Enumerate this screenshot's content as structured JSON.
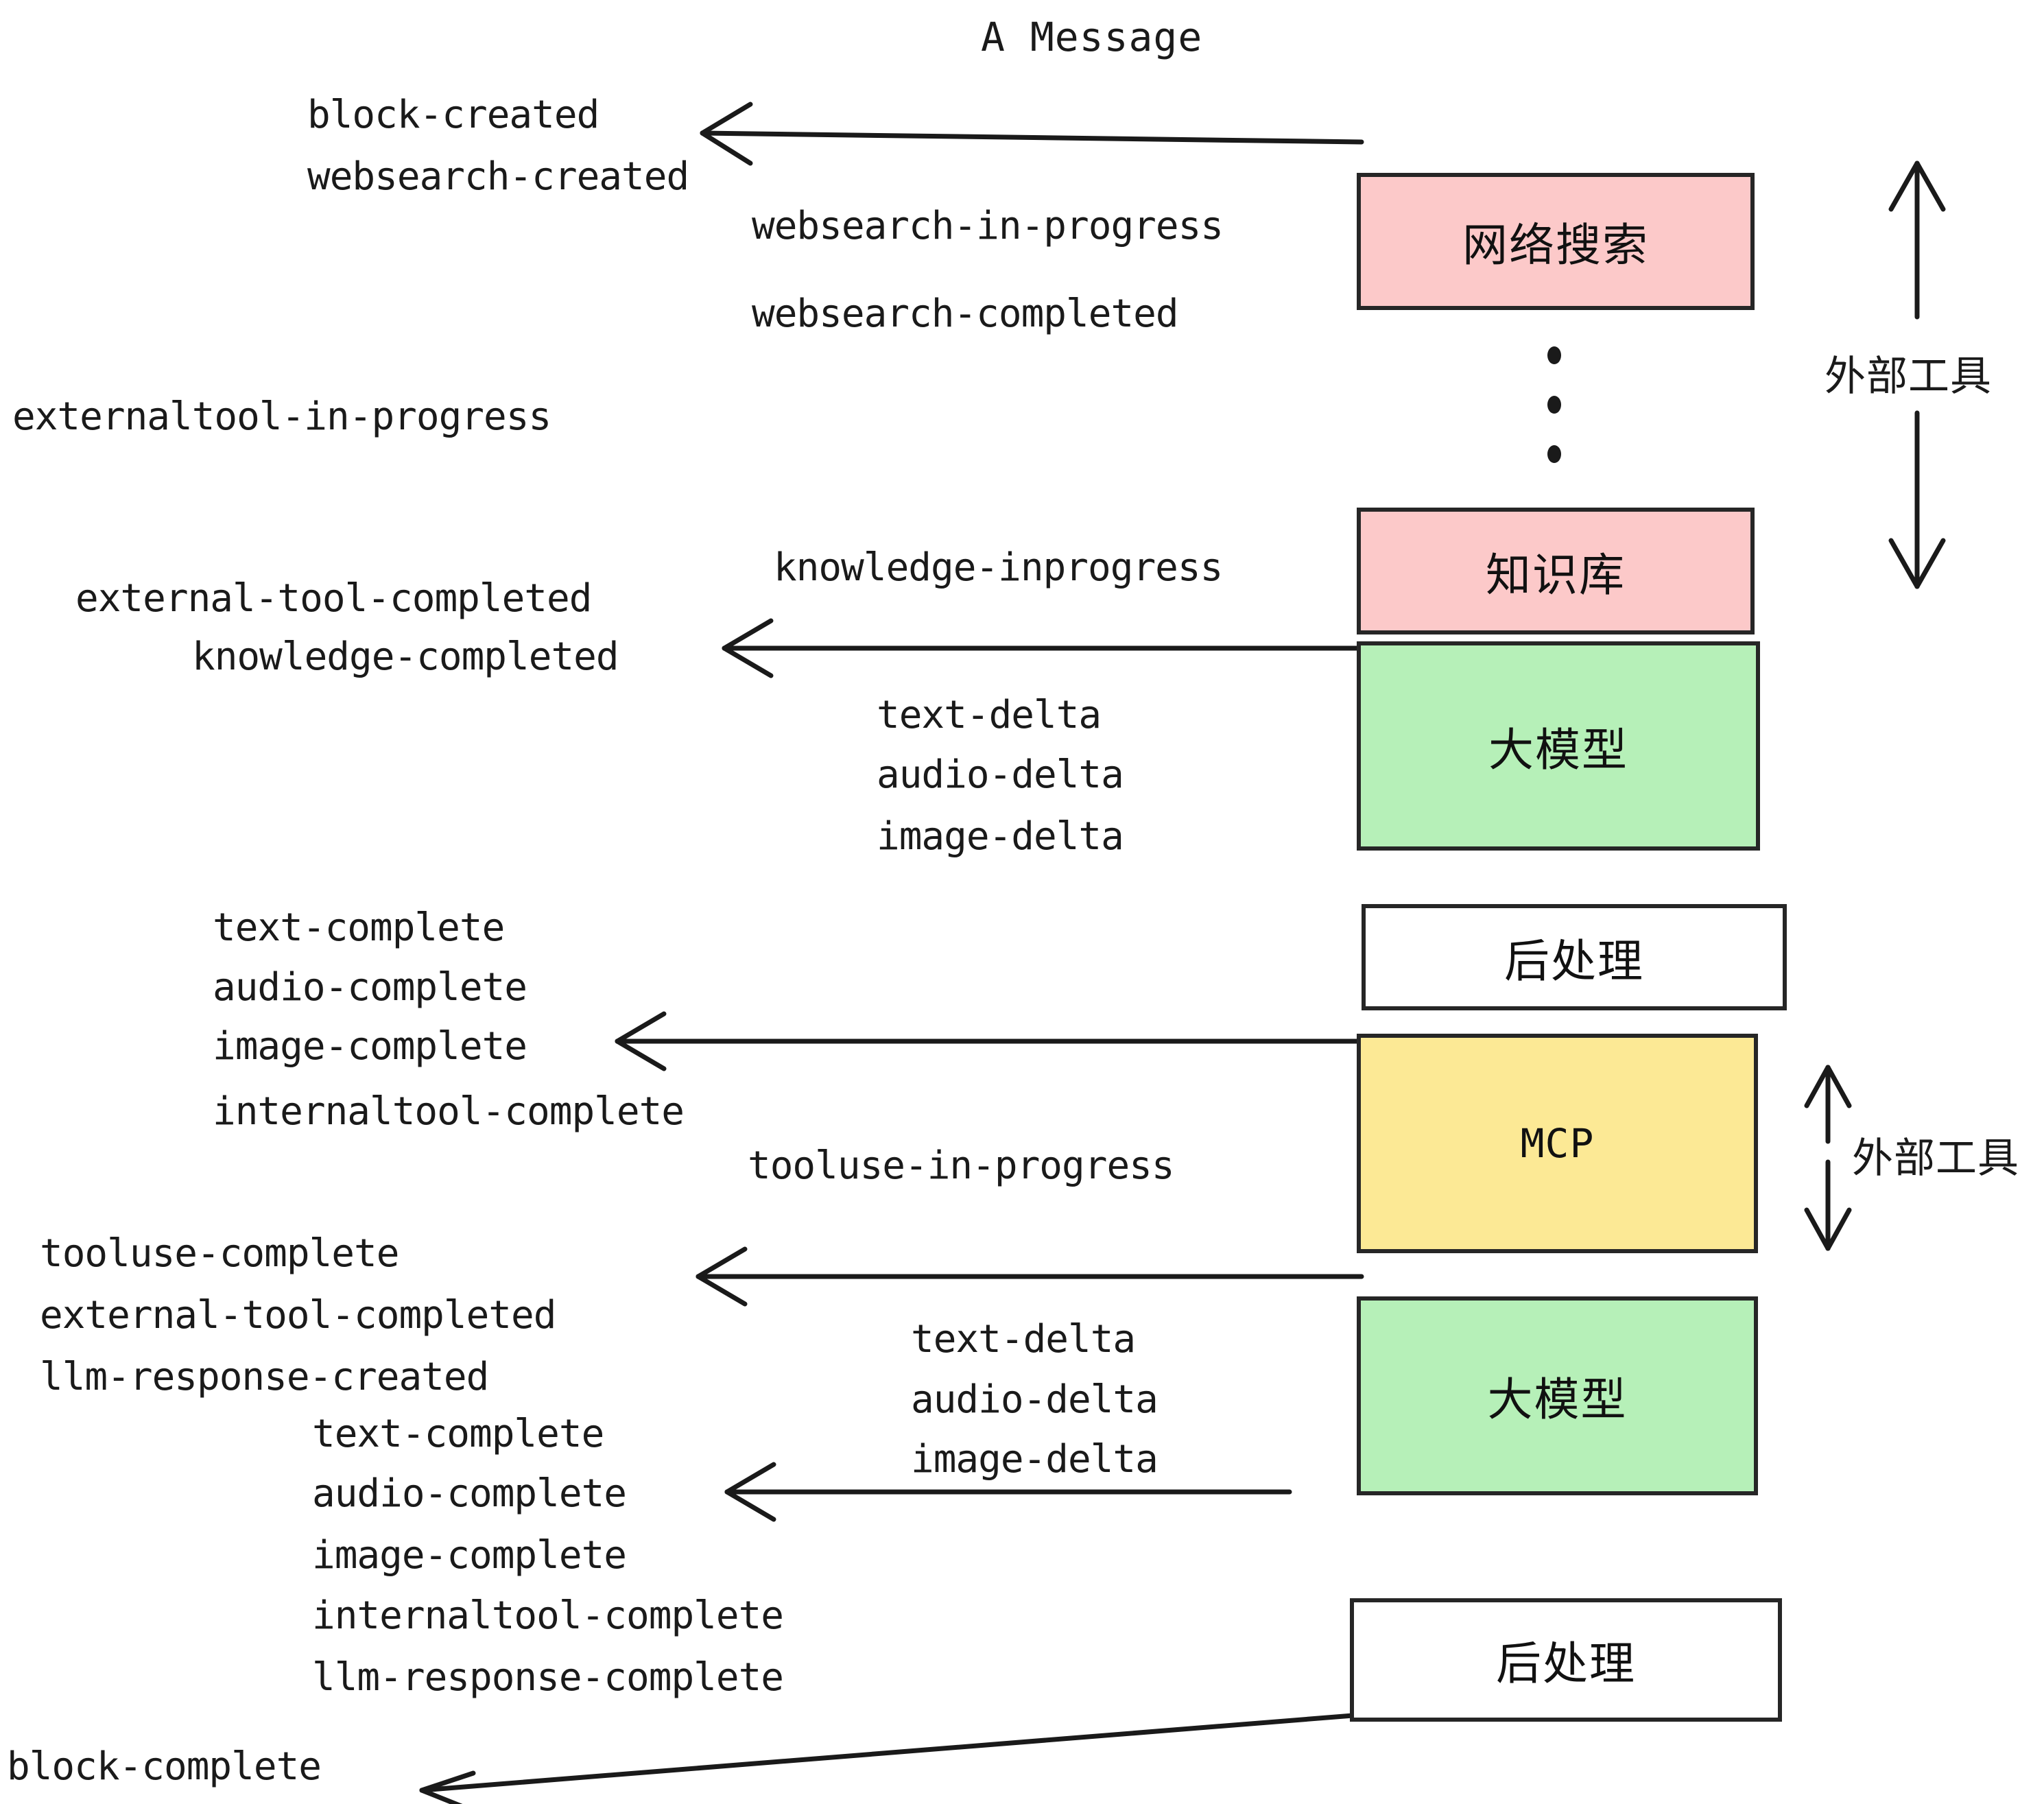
{
  "diagram": {
    "title": "A Message",
    "colors": {
      "pink": "#FCC9C9",
      "green": "#B6F0B8",
      "yellow": "#FCE995",
      "white": "#FFFFFF",
      "stroke": "#262626",
      "text": "#1A1A1A",
      "background": "#FFFFFF"
    },
    "nodes": [
      {
        "id": "websearch",
        "label": "网络搜索",
        "fill": "pink",
        "kind": "cn"
      },
      {
        "id": "knowledge",
        "label": "知识库",
        "fill": "pink",
        "kind": "cn"
      },
      {
        "id": "llm1",
        "label": "大模型",
        "fill": "green",
        "kind": "cn"
      },
      {
        "id": "post1",
        "label": "后处理",
        "fill": "white",
        "kind": "cn"
      },
      {
        "id": "mcp",
        "label": "MCP",
        "fill": "yellow",
        "kind": "en"
      },
      {
        "id": "llm2",
        "label": "大模型",
        "fill": "green",
        "kind": "cn"
      },
      {
        "id": "post2",
        "label": "后处理",
        "fill": "white",
        "kind": "cn"
      }
    ],
    "side_labels": [
      {
        "id": "external-tools-top",
        "label": "外部工具"
      },
      {
        "id": "external-tools-mcp",
        "label": "外部工具"
      }
    ],
    "events": [
      {
        "id": "e01",
        "text": "block-created"
      },
      {
        "id": "e02",
        "text": "websearch-created"
      },
      {
        "id": "e03",
        "text": "websearch-in-progress"
      },
      {
        "id": "e04",
        "text": "websearch-completed"
      },
      {
        "id": "e05",
        "text": "externaltool-in-progress"
      },
      {
        "id": "e06",
        "text": "knowledge-inprogress"
      },
      {
        "id": "e07",
        "text": "external-tool-completed"
      },
      {
        "id": "e08",
        "text": "knowledge-completed"
      },
      {
        "id": "e09",
        "text": "text-delta"
      },
      {
        "id": "e10",
        "text": "audio-delta"
      },
      {
        "id": "e11",
        "text": "image-delta"
      },
      {
        "id": "e12",
        "text": "text-complete"
      },
      {
        "id": "e13",
        "text": "audio-complete"
      },
      {
        "id": "e14",
        "text": "image-complete"
      },
      {
        "id": "e15",
        "text": "internaltool-complete"
      },
      {
        "id": "e16",
        "text": "tooluse-in-progress"
      },
      {
        "id": "e17",
        "text": "tooluse-complete"
      },
      {
        "id": "e18",
        "text": "external-tool-completed"
      },
      {
        "id": "e19",
        "text": "llm-response-created"
      },
      {
        "id": "e20",
        "text": "text-delta"
      },
      {
        "id": "e21",
        "text": "audio-delta"
      },
      {
        "id": "e22",
        "text": "image-delta"
      },
      {
        "id": "e23",
        "text": "text-complete"
      },
      {
        "id": "e24",
        "text": "audio-complete"
      },
      {
        "id": "e25",
        "text": "image-complete"
      },
      {
        "id": "e26",
        "text": "internaltool-complete"
      },
      {
        "id": "e27",
        "text": "llm-response-complete"
      },
      {
        "id": "e28",
        "text": "block-complete"
      }
    ]
  }
}
